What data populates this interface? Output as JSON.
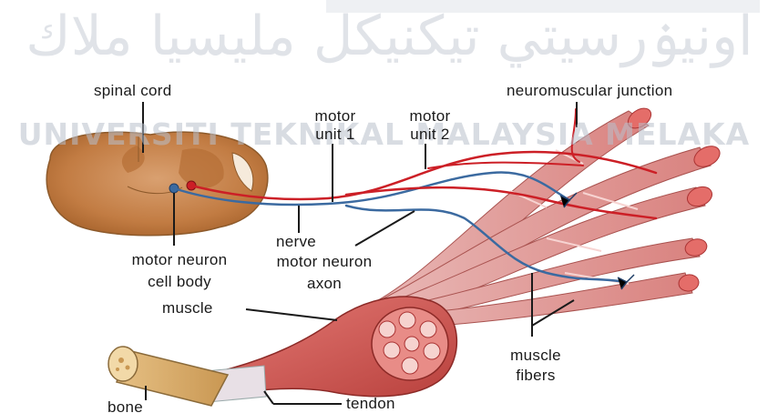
{
  "watermark": {
    "arabic": "اونيۏرسيتي تيکنيکل مليسيا ملاك",
    "english": "UNIVERSITI TEKNIKAL MALAYSIA MELAKA"
  },
  "labels": {
    "spinal_cord": "spinal cord",
    "motor_unit_1": [
      "motor",
      "unit 1"
    ],
    "motor_unit_2": [
      "motor",
      "unit 2"
    ],
    "neuromuscular_junction": "neuromuscular junction",
    "nerve": "nerve",
    "motor_neuron_cell_body": [
      "motor neuron",
      "cell body"
    ],
    "motor_neuron_axon": [
      "motor neuron",
      "axon"
    ],
    "muscle": "muscle",
    "muscle_fibers": [
      "muscle",
      "fibers"
    ],
    "bone": "bone",
    "tendon": "tendon"
  },
  "colors": {
    "spinal_cord_gray": "#c98a55",
    "muscle_red": "#c0504d",
    "fiber_pink": "#e8a7a5",
    "axon_red": "#cc1f26",
    "axon_blue": "#3b6aa0",
    "bone_tan": "#d9a86a"
  }
}
